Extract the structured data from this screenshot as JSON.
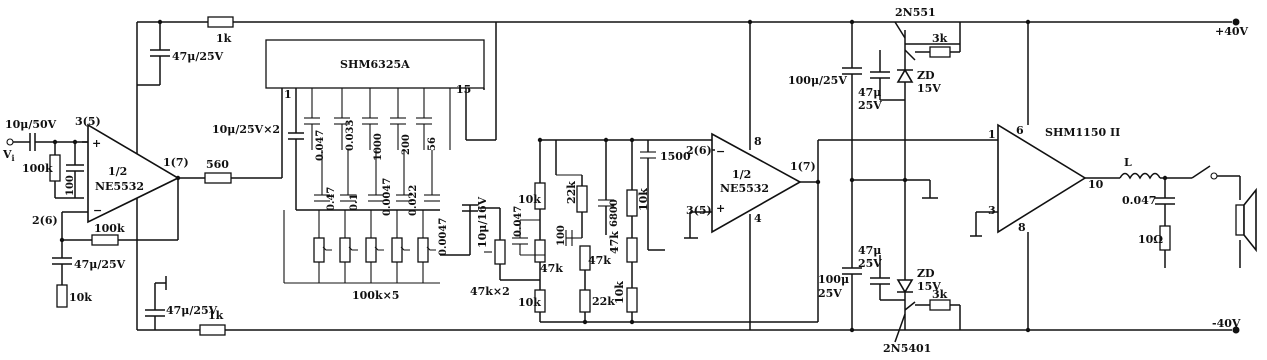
{
  "diagram": {
    "components": {
      "ic1": {
        "label": "SHM6325A",
        "pin_left": "1",
        "pin_right": "15"
      },
      "opamp1": {
        "line1": "1/2",
        "line2": "NE5532",
        "pin_in_plus": "3(5)",
        "pin_in_minus": "2(6)",
        "pin_out": "1(7)"
      },
      "opamp2": {
        "line1": "1/2",
        "line2": "NE5532",
        "pin_in_minus": "2(6)",
        "pin_in_plus": "3(5)",
        "pin_out": "1(7)",
        "pin_top": "8",
        "pin_bottom": "4"
      },
      "amp": {
        "label": "SHM1150 II",
        "pin_in": "1",
        "pin_v_top": "6",
        "pin_gnd": "3",
        "pin_v_bottom": "8",
        "pin_out": "10"
      },
      "tr_top": "2N551",
      "tr_bottom": "2N5401",
      "zd_top": {
        "line1": "ZD",
        "line2": "15V"
      },
      "zd_bottom": {
        "line1": "ZD",
        "line2": "15V"
      },
      "inductor": "L",
      "vin": "V",
      "vin_sub": "i"
    },
    "values": {
      "c_in": "10μ/50V",
      "r_in": "100k",
      "c_in_gnd": "100",
      "r_feedback": "100k",
      "c_fb": "47μ/25V",
      "r_fb_gnd": "10k",
      "c_dec_top": "47μ/25V",
      "r_dec_top": "1k",
      "c_dec_bottom": "47μ/25V",
      "r_dec_bottom": "1k",
      "r_series": "560",
      "c_eq_in": "10μ/25V×2",
      "eq_caps_top": [
        "0.047",
        "0.033",
        "1000",
        "200",
        "56"
      ],
      "eq_caps_bottom": [
        "0.47",
        "0.1",
        "0.0047",
        "0.022",
        "0.0047"
      ],
      "pots_eq": "100k×5",
      "c_tone_in": "10μ/16V",
      "pots_tone": "47k×2",
      "tone_10k_a": "10k",
      "tone_047": "0.047",
      "tone_47k_a": "47k",
      "tone_10k_b": "10k",
      "tone_22k_a": "22k",
      "tone_100": "100",
      "tone_6800": "6800",
      "tone_47k_b": "47k",
      "tone_22k_b": "22k",
      "tone_10k_c": "10k",
      "tone_47k_c": "47k",
      "tone_10k_d": "10k",
      "c_1500": "1500",
      "c_supply_top": "100μ/25V",
      "c_zd_top": {
        "line1": "47μ",
        "line2": "25V"
      },
      "r_3k_top": "3k",
      "c_supply_bottom": {
        "line1": "100μ",
        "line2": "25V"
      },
      "c_zd_bottom": {
        "line1": "47μ",
        "line2": "25V"
      },
      "r_3k_bottom": "3k",
      "c_zobel": "0.047",
      "r_zobel": "10Ω",
      "v_plus": "+40V",
      "v_minus": "-40V"
    }
  }
}
